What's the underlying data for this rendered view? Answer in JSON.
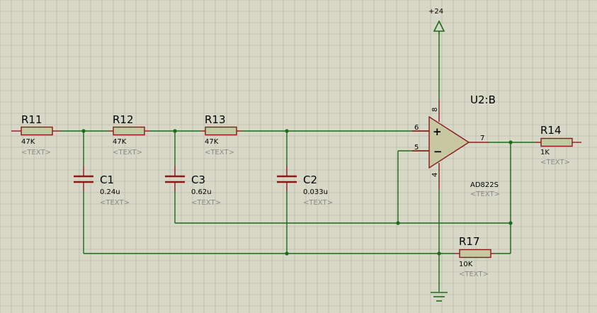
{
  "schematic": {
    "power_label": "+24",
    "opamp": {
      "ref": "U2:B",
      "value": "AD822S",
      "placeholder": "<TEXT>",
      "pin_plus": "6",
      "pin_minus": "5",
      "pin_out": "7",
      "pin_vcc": "8",
      "pin_gnd": "4",
      "sign_plus": "+",
      "sign_minus": "−"
    },
    "resistors": {
      "R11": {
        "ref": "R11",
        "value": "47K",
        "placeholder": "<TEXT>"
      },
      "R12": {
        "ref": "R12",
        "value": "47K",
        "placeholder": "<TEXT>"
      },
      "R13": {
        "ref": "R13",
        "value": "47K",
        "placeholder": "<TEXT>"
      },
      "R14": {
        "ref": "R14",
        "value": "1K",
        "placeholder": "<TEXT>"
      },
      "R17": {
        "ref": "R17",
        "value": "10K",
        "placeholder": "<TEXT>"
      }
    },
    "capacitors": {
      "C1": {
        "ref": "C1",
        "value": "0.24u",
        "placeholder": "<TEXT>"
      },
      "C3": {
        "ref": "C3",
        "value": "0.62u",
        "placeholder": "<TEXT>"
      },
      "C2": {
        "ref": "C2",
        "value": "0.033u",
        "placeholder": "<TEXT>"
      }
    },
    "colors": {
      "background": "#d8d8c8",
      "grid": "#c2c2b0",
      "wire": "#1c6b1c",
      "component": "#8a1a1a",
      "body_fill": "#c7c7a2"
    }
  }
}
